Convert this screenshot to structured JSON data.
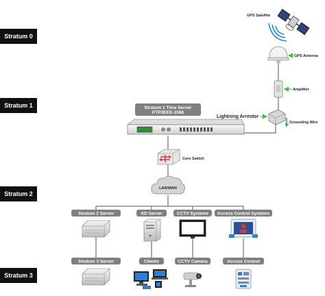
{
  "strata": [
    {
      "label": "Stratum 0"
    },
    {
      "label": "Stratum 1"
    },
    {
      "label": "Stratum 2"
    },
    {
      "label": "Stratum 3"
    }
  ],
  "components": {
    "gps_satellite": "GPS Satellite",
    "gps_antenna": "GPS Antenna",
    "amplifier": "Amplifier",
    "lightning_arrestor": "Lightning Arrestor",
    "grounding_wire": "Grounding Wire",
    "time_server_title": "Stratum 1 Time Server",
    "time_server_subtitle": "PTP/IEEE-1588",
    "core_switch": "Core Switch",
    "lan_wan": "LAN/WAN"
  },
  "stratum2_nodes": [
    {
      "label": "Stratum 2 Server"
    },
    {
      "label": "AD Server"
    },
    {
      "label": "CCTV Systems"
    },
    {
      "label": "Access Control Systems"
    }
  ],
  "stratum3_nodes": [
    {
      "label": "Stratum 3 Server"
    },
    {
      "label": "Clients"
    },
    {
      "label": "CCTV Camera"
    },
    {
      "label": "Access Control"
    }
  ],
  "colors": {
    "stratum_box": "#111111",
    "pill": "#7f7f7f",
    "line": "#8a8a8a",
    "arrow": "#3fbf3f",
    "accent_red": "#d23b3b",
    "accent_blue": "#2f7fd0"
  }
}
